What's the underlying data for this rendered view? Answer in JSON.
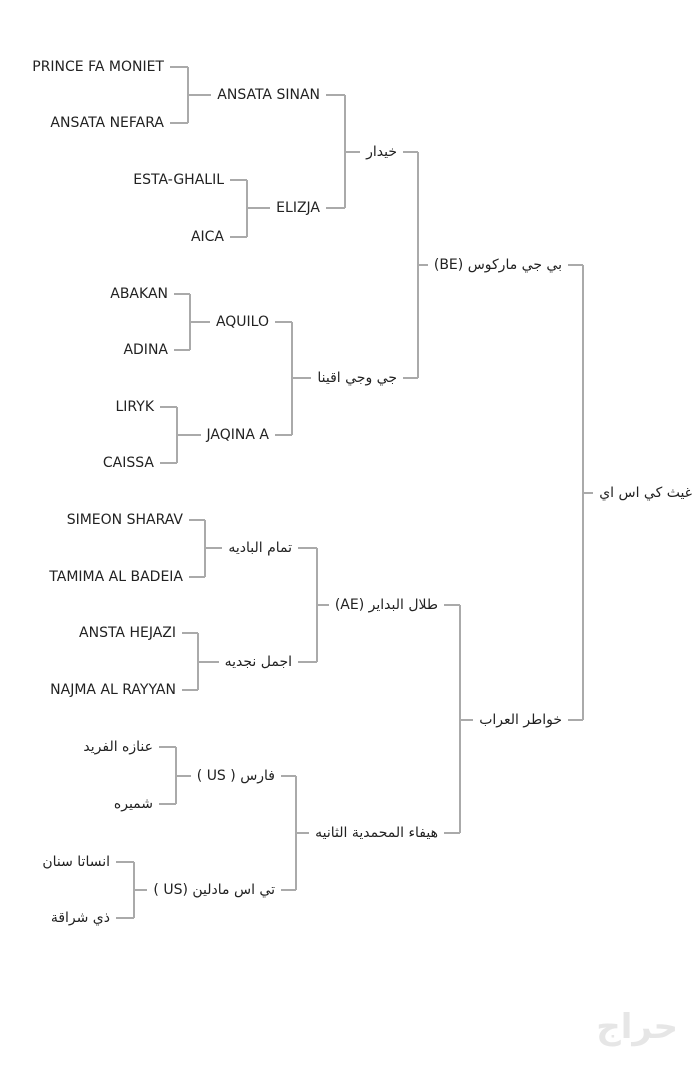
{
  "colors": {
    "text": "#222222",
    "lines": "#aaaaaa",
    "background": "#ffffff"
  },
  "watermark": "حراج",
  "pedigree": {
    "name": "غيث كي اس اي",
    "sire": {
      "name": "بي جي ماركوس (BE)",
      "sire": {
        "name": "خيدار",
        "sire": {
          "name": "ANSATA SINAN",
          "sire": {
            "name": "PRINCE FA MONIET"
          },
          "dam": {
            "name": "ANSATA NEFARA"
          }
        },
        "dam": {
          "name": "ELIZJA",
          "sire": {
            "name": "ESTA-GHALIL"
          },
          "dam": {
            "name": "AICA"
          }
        }
      },
      "dam": {
        "name": "جي وجي اقينا",
        "sire": {
          "name": "AQUILO",
          "sire": {
            "name": "ABAKAN"
          },
          "dam": {
            "name": "ADINA"
          }
        },
        "dam": {
          "name": "JAQINA A",
          "sire": {
            "name": "LIRYK"
          },
          "dam": {
            "name": "CAISSA"
          }
        }
      }
    },
    "dam": {
      "name": "خواطر العراب",
      "sire": {
        "name": "طلال البداير (AE)",
        "sire": {
          "name": "تمام الباديه",
          "sire": {
            "name": "SIMEON SHARAV"
          },
          "dam": {
            "name": "TAMIMA AL BADEIA"
          }
        },
        "dam": {
          "name": "اجمل نجديه",
          "sire": {
            "name": "ANSTA HEJAZI"
          },
          "dam": {
            "name": "NAJMA AL RAYYAN"
          }
        }
      },
      "dam": {
        "name": "هيفاء المحمدية الثانيه",
        "sire": {
          "name": "فارس ( US )",
          "sire": {
            "name": "عنازه الفريد"
          },
          "dam": {
            "name": "شميره"
          }
        },
        "dam": {
          "name": "تي اس مادلين (US )",
          "sire": {
            "name": "انساتا سنان"
          },
          "dam": {
            "name": "ذي شراقة"
          }
        }
      }
    }
  }
}
